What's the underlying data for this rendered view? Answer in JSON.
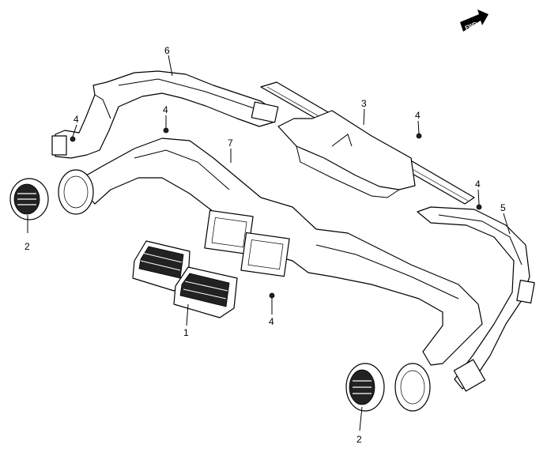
{
  "diagram": {
    "fwd_badge": "FWD",
    "callouts": [
      {
        "part": "6"
      },
      {
        "part": "4"
      },
      {
        "part": "4"
      },
      {
        "part": "3"
      },
      {
        "part": "4"
      },
      {
        "part": "7"
      },
      {
        "part": "4"
      },
      {
        "part": "5"
      },
      {
        "part": "2"
      },
      {
        "part": "1"
      },
      {
        "part": "4"
      },
      {
        "part": "2"
      }
    ]
  }
}
